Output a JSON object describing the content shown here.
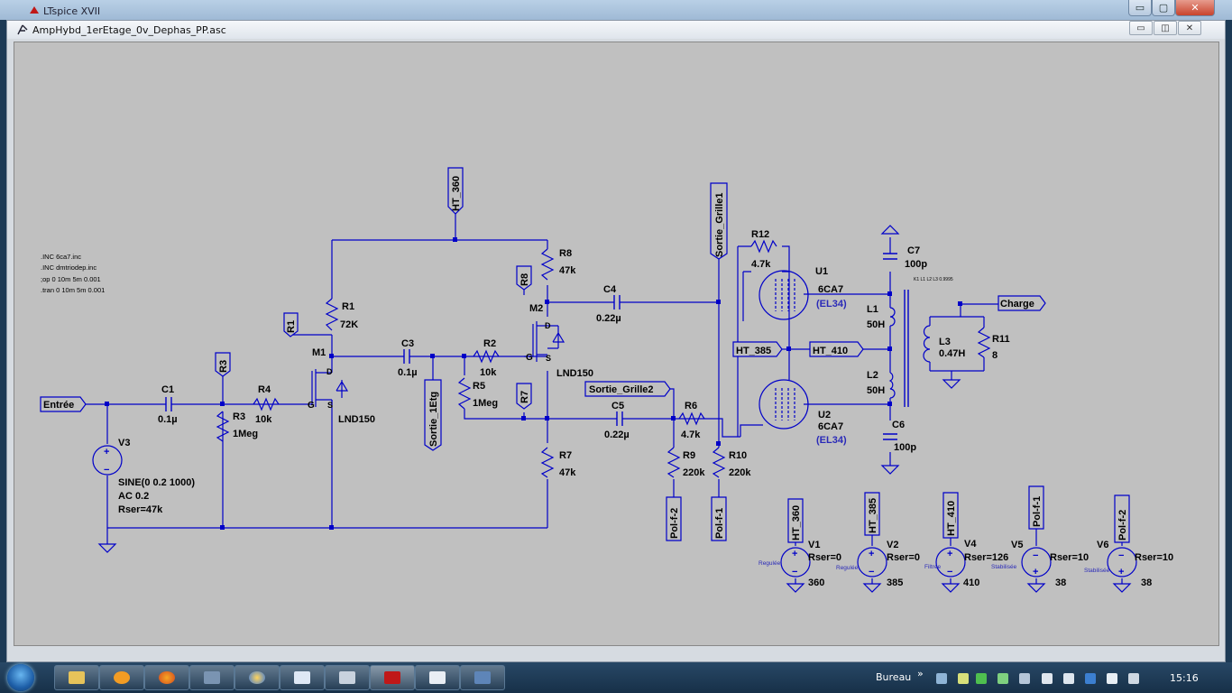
{
  "window": {
    "app_title": "LTspice XVII",
    "doc_title": "AmpHybd_1erEtage_0v_Dephas_PP.asc",
    "min_btn": "▭",
    "max_btn": "▢",
    "close_btn": "✕",
    "inner_min": "▭",
    "inner_max": "◫",
    "inner_close": "✕"
  },
  "directives": [
    ".INC 6ca7.inc",
    ".INC dmtriodep.inc",
    ";op 0 10m 5m 0.001",
    ".tran 0 10m 5m 0.001"
  ],
  "small_note": "K1 L1 L2 L3 0.9995",
  "labels": {
    "ht360": "HT_360",
    "r8": "R8",
    "r8v": "47k",
    "r1": "R1",
    "r1v": "72K",
    "r1flag": "R1",
    "r8flag": "R8",
    "r3flag": "R3",
    "r7flag": "R7",
    "m1": "M1",
    "m2": "M2",
    "d1": "D",
    "s1": "S",
    "g1": "G",
    "d2": "D",
    "s2": "S",
    "g2": "G",
    "lnd1": "LND150",
    "lnd2": "LND150",
    "c3": "C3",
    "c3v": "0.1µ",
    "c4": "C4",
    "c4v": "0.22µ",
    "c5": "C5",
    "c5v": "0.22µ",
    "c1": "C1",
    "c1v": "0.1µ",
    "r4": "R4",
    "r4v": "10k",
    "r3": "R3",
    "r3v": "1Meg",
    "r2": "R2",
    "r2v": "10k",
    "r5": "R5",
    "r5v": "1Meg",
    "r7": "R7",
    "r7v": "47k",
    "r6": "R6",
    "r6v": "4.7k",
    "r9": "R9",
    "r9v": "220k",
    "r10": "R10",
    "r10v": "220k",
    "r12": "R12",
    "r12v": "4.7k",
    "entree": "Entrée",
    "sortie1": "Sortie_1Etg",
    "sortie_g1": "Sortie_Grille1",
    "sortie_g2": "Sortie_Grille2",
    "u1": "U1",
    "u1v": "6CA7",
    "u1m": "(EL34)",
    "u2": "U2",
    "u2v": "6CA7",
    "u2m": "(EL34)",
    "ht385_flag": "HT_385",
    "ht410_flag": "HT_410",
    "l1": "L1",
    "l1v": "50H",
    "l2": "L2",
    "l2v": "50H",
    "l3": "L3",
    "l3v": "0.47H",
    "r11": "R11",
    "r11v": "8",
    "c7": "C7",
    "c7v": "100p",
    "c6": "C6",
    "c6v": "100p",
    "charge": "Charge",
    "v3": "V3",
    "v3a": "SINE(0 0.2 1000)",
    "v3b": "AC 0.2",
    "v3c": "Rser=47k",
    "polf2a": "Pol-f-2",
    "polf1a": "Pol-f-1"
  },
  "supplies": [
    {
      "flag": "HT_360",
      "name": "V1",
      "rser": "Rser=0",
      "note": "Regulée",
      "value": "360"
    },
    {
      "flag": "HT_385",
      "name": "V2",
      "rser": "Rser=0",
      "note": "Regulée",
      "value": "385"
    },
    {
      "flag": "HT_410",
      "name": "V4",
      "rser": "Rser=126",
      "note": "Filtrée",
      "value": "410"
    },
    {
      "flag": "Pol-f-1",
      "name": "V5",
      "rser": "Rser=10",
      "note": "Stabilisée",
      "value": "38"
    },
    {
      "flag": "Pol-f-2",
      "name": "V6",
      "rser": "Rser=10",
      "note": "Stabilisée",
      "value": "38"
    }
  ],
  "taskbar": {
    "bureau": "Bureau",
    "chevron": "»",
    "time": "15:16"
  },
  "colors": {
    "wire": "#0000c8",
    "canvas": "#c0c0c0",
    "note_blue": "#2a2ab8"
  }
}
